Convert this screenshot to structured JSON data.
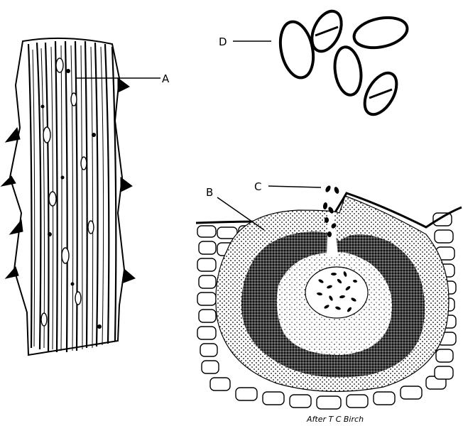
{
  "figure": {
    "label_a": "A",
    "label_b": "B",
    "label_c": "C",
    "label_d": "D",
    "credit": "After T C Birch"
  },
  "colors": {
    "ink": "#000000",
    "paper": "#ffffff"
  }
}
